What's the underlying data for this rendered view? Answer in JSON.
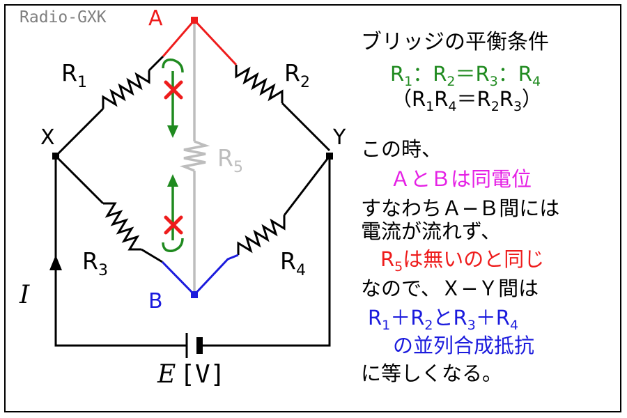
{
  "watermark": "Radio-GXK",
  "colors": {
    "branch_a": "#ee1c1c",
    "branch_b": "#1b1bdd",
    "r5": "#bdbdbd",
    "arrow": "#1f8a1f",
    "cross": "#ee1c1c",
    "condition": "#1f8a1f",
    "same_potential": "#e520e5",
    "r5_absent": "#ee1c1c",
    "combined": "#1b1bdd"
  },
  "circuit": {
    "node_a": "A",
    "node_b": "B",
    "node_x": "X",
    "node_y": "Y",
    "r1": {
      "main": "R",
      "sub": "1"
    },
    "r2": {
      "main": "R",
      "sub": "2"
    },
    "r3": {
      "main": "R",
      "sub": "3"
    },
    "r4": {
      "main": "R",
      "sub": "4"
    },
    "r5": {
      "main": "R",
      "sub": "5"
    },
    "current_symbol": "I",
    "emf_symbol": "E",
    "emf_unit": "[V]"
  },
  "explanation": {
    "heading": "ブリッジの平衡条件",
    "ratio": {
      "R": "R",
      "sub1": "1",
      "sub2": "2",
      "sub3": "3",
      "sub4": "4",
      "colon": "：",
      "equals": "＝"
    },
    "product": {
      "open": "（",
      "close": "）",
      "R": "R",
      "sub1": "1",
      "sub2": "2",
      "sub3": "3",
      "sub4": "4",
      "equals": "＝"
    },
    "line1": "この時、",
    "line2": "ＡとＢは同電位",
    "line3": "すなわちＡ−Ｂ間には",
    "line4": "電流が流れず、",
    "line5": {
      "R": "R",
      "sub": "5",
      "rest": "は無いのと同じ"
    },
    "line6": "なので、Ｘ−Ｙ間は",
    "line7": {
      "R": "R",
      "sub1": "1",
      "sub2": "2",
      "sub3": "3",
      "sub4": "4",
      "plus": "＋",
      "and": "と"
    },
    "line8": "の並列合成抵抗",
    "line9": "に等しくなる。"
  }
}
